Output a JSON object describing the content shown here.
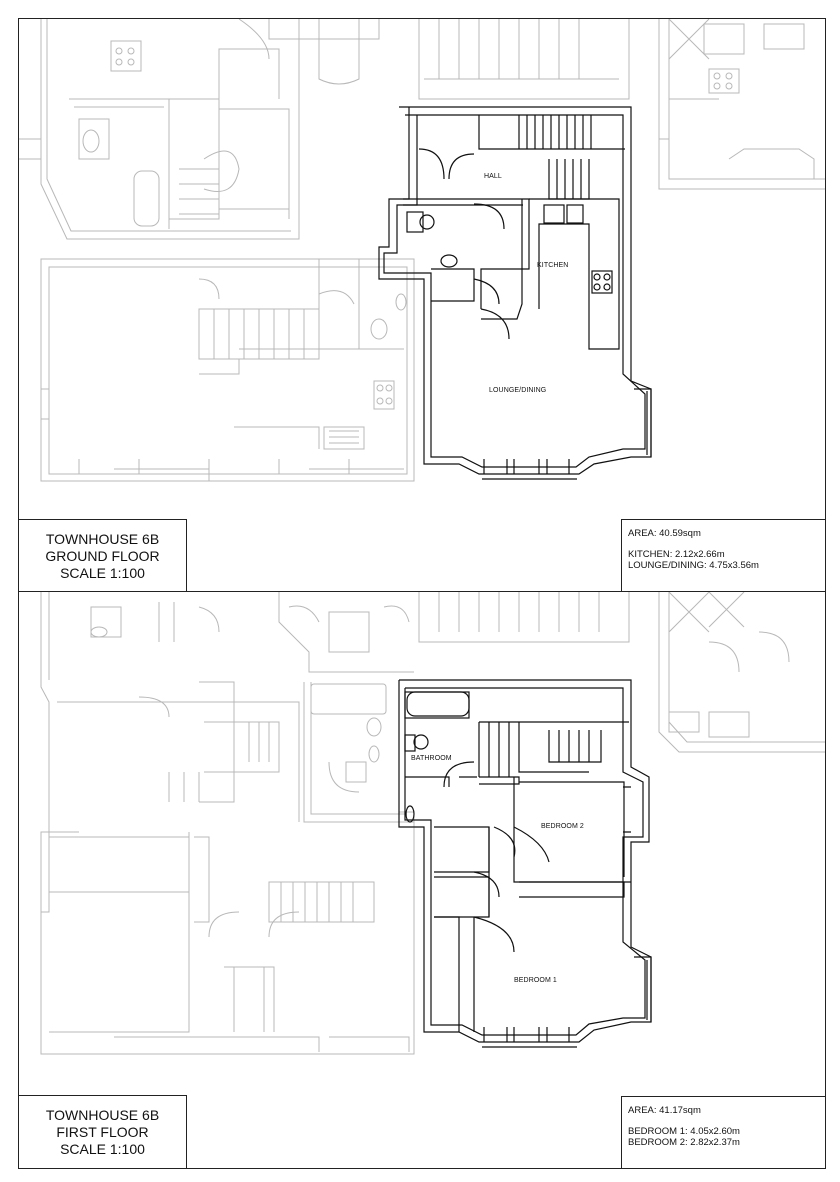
{
  "sheets": [
    {
      "title_line1": "TOWNHOUSE 6B",
      "title_line2": "GROUND FLOOR",
      "title_line3": "SCALE 1:100",
      "area": "AREA: 40.59sqm",
      "room_sizes": [
        "KITCHEN: 2.12x2.66m",
        "LOUNGE/DINING: 4.75x3.56m"
      ],
      "rooms": [
        "HALL",
        "KITCHEN",
        "LOUNGE/DINING"
      ]
    },
    {
      "title_line1": "TOWNHOUSE 6B",
      "title_line2": "FIRST FLOOR",
      "title_line3": "SCALE 1:100",
      "area": "AREA: 41.17sqm",
      "room_sizes": [
        "BEDROOM 1: 4.05x2.60m",
        "BEDROOM 2: 2.82x2.37m"
      ],
      "rooms": [
        "BATHROOM",
        "BEDROOM 2",
        "BEDROOM 1"
      ]
    }
  ],
  "colors": {
    "highlight_line": "#111111",
    "context_line": "#b4b4b4",
    "frame": "#222222"
  }
}
